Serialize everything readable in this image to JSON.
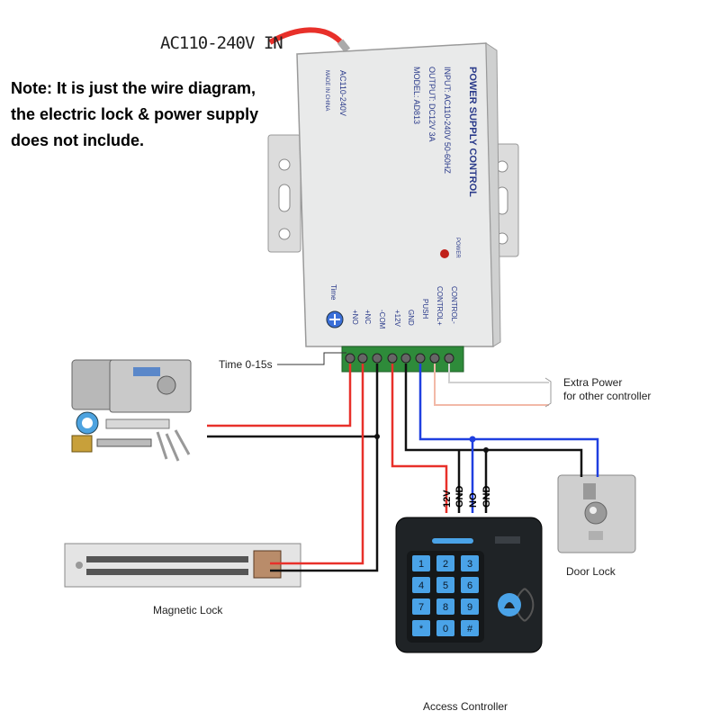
{
  "power_in_label": "AC110-240V IN",
  "note": {
    "line1": "Note: It is just the wire diagram,",
    "line2": "the electric lock & power supply",
    "line3": "does not include."
  },
  "power_supply": {
    "title": "POWER SUPPLY CONTROL",
    "input": "INPUT: AC110-240V 50-60HZ",
    "output": "OUTPUT: DC12V 3A",
    "model": "MODEL: AD813",
    "side_text": "AC110-240V",
    "made_in": "MADE IN CHINA",
    "power_led_label": "POWER",
    "time_knob_label": "Time",
    "terminals": [
      "+NO",
      "+NC",
      "-COM",
      "+12V",
      "GND",
      "PUSH",
      "CONTROL+",
      "CONTROL-"
    ]
  },
  "time_label": "Time 0-15s",
  "extra_power": {
    "line1": "Extra Power",
    "line2": "for other controller"
  },
  "keypad_wire_labels": [
    "12V",
    "GND",
    "NO",
    "GND"
  ],
  "keypad_keys": [
    "1",
    "2",
    "3",
    "4",
    "5",
    "6",
    "7",
    "8",
    "9",
    "*",
    "0",
    "#"
  ],
  "captions": {
    "magnetic_lock": "Magnetic Lock",
    "door_lock": "Door Lock",
    "access_controller": "Access Controller"
  },
  "colors": {
    "red_wire": "#e8302a",
    "black_wire": "#111111",
    "blue_wire": "#1f3fe0",
    "pale_wire": "#f2b9a8",
    "keypad_blue": "#4aa3e8"
  }
}
